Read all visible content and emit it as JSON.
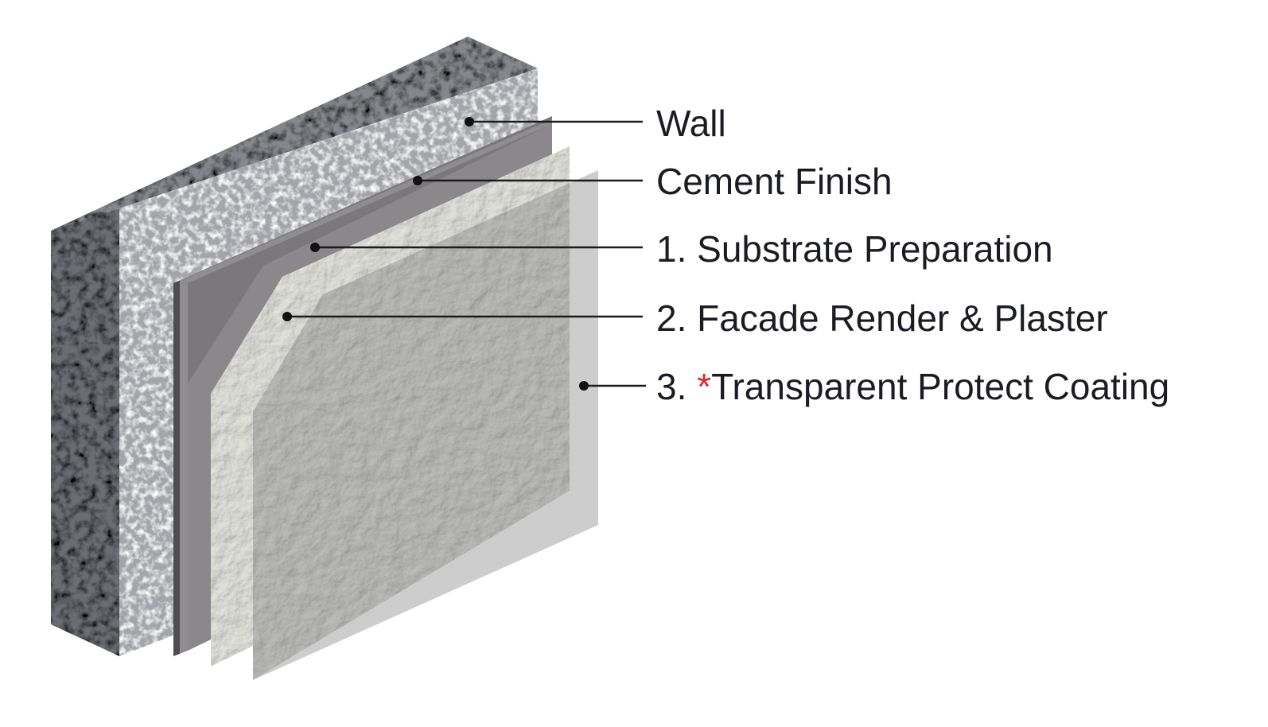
{
  "colors": {
    "text": "#1b1b24",
    "asterisk": "#e0262b",
    "leader": "#1b1b1b",
    "wall_front": "#9a9ca0",
    "wall_top": "#8c8e93",
    "wall_side": "#6e7075",
    "cement_finish": "#7c7a7d",
    "render_plaster": "#e6e6e1",
    "coating": "#c9c9c9",
    "coating_inner": "#bdbdbb"
  },
  "layers": [
    {
      "id": "wall",
      "label": "Wall",
      "asterisk": ""
    },
    {
      "id": "cement",
      "label": "Cement Finish",
      "asterisk": ""
    },
    {
      "id": "substrate",
      "label": "1. Substrate Preparation",
      "asterisk": ""
    },
    {
      "id": "render",
      "label": "2. Facade Render & Plaster",
      "asterisk": ""
    },
    {
      "id": "coating",
      "prefix": "3. ",
      "asterisk": "*",
      "label": "Transparent Protect Coating"
    }
  ]
}
